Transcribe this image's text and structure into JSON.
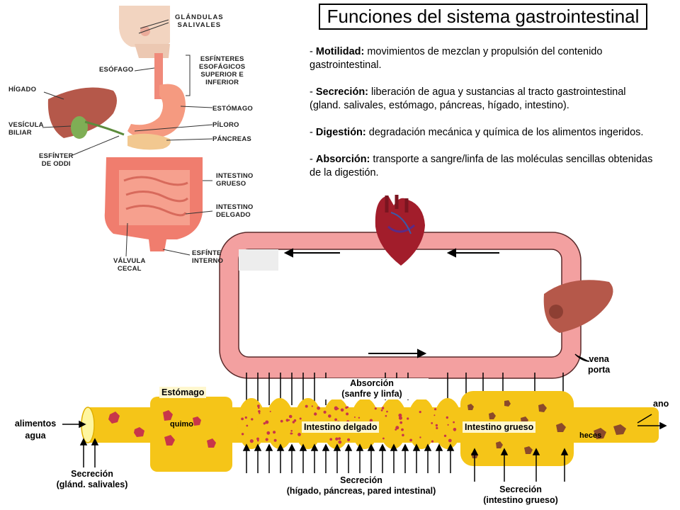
{
  "title": "Funciones del sistema gastrointestinal",
  "functions": [
    {
      "term": "Motilidad:",
      "text": " movimientos de mezclan y propulsión del contenido gastrointestinal."
    },
    {
      "term": "Secreción:",
      "text": " liberación de agua y sustancias al tracto gastrointestinal (gland. salivales, estómago, páncreas, hígado, intestino)."
    },
    {
      "term": "Digestión:",
      "text": " degradación mecánica y química de los alimentos ingeridos."
    },
    {
      "term": "Absorción:",
      "text": " transporte a sangre/linfa de las moléculas sencillas obtenidas de la digestión."
    }
  ],
  "anatomy": {
    "salivary": "GLÁNDULAS\nSALIVALES",
    "esophagus": "ESÓFAGO",
    "sphincters": "ESFÍNTERES\nESOFÁGICOS\nSUPERIOR E\nINFERIOR",
    "liver": "HÍGADO",
    "stomach": "ESTÓMAGO",
    "gallbladder": "VESÍCULA\nBILIAR",
    "pylorus": "PÍLORO",
    "pancreas": "PÁNCREAS",
    "oddi": "ESFÍNTER\nDE ODDI",
    "large_intestine": "INTESTINO\nGRUESO",
    "small_intestine": "INTESTINO\nDELGADO",
    "cecal_valve": "VÁLVULA\nCECAL",
    "internal_sphincter": "ESFÍNTE\nINTERNO"
  },
  "diagram": {
    "food": "alimentos\nagua",
    "stomach": "Estómago",
    "chyme": "quimo",
    "absorption": "Absorción\n(sanfre y linfa)",
    "small_intestine": "Intestino delgado",
    "large_intestine": "Intestino grueso",
    "feces": "heces",
    "anus": "ano",
    "portal_vein": "vena\nporta",
    "secretion_salivary": "Secreción\n(glánd. salivales)",
    "secretion_liver": "Secreción\n(hígado, páncreas, pared intestinal)",
    "secretion_large": "Secreción\n(intestino grueso)"
  },
  "colors": {
    "tube": "#f5c518",
    "circulation": "#f3a0a0",
    "circulation_border": "#5a2a2a",
    "food_particle": "#c8364a",
    "feces_particle": "#8b4a2b"
  }
}
